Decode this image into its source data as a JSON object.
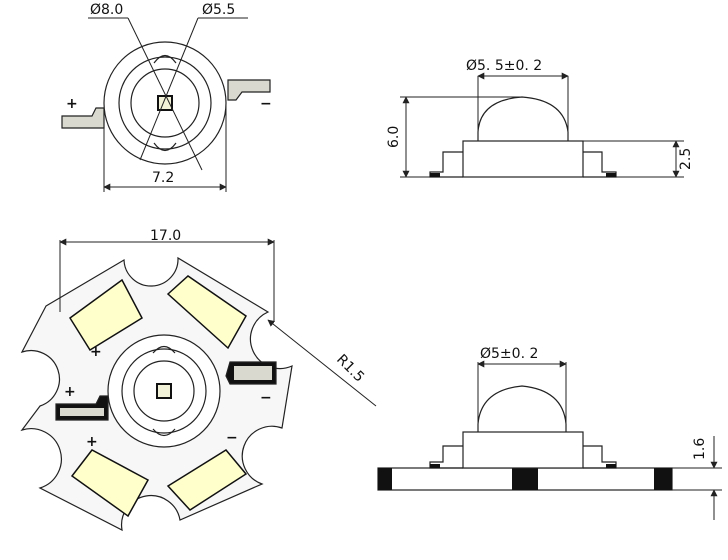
{
  "labels": {
    "top_view": {
      "outer_diameter": "Ø8.0",
      "lens_diameter": "Ø5.5",
      "width": "7.2",
      "plus": "+",
      "minus": "−"
    },
    "side_view": {
      "lens_diameter": "Ø5. 5±0. 2",
      "total_height": "6.0",
      "body_height": "2.5"
    },
    "star_board": {
      "width": "17.0",
      "radius": "R1.5",
      "plus_top": "+",
      "plus_left": "+",
      "plus_bottom": "+",
      "minus_right": "−",
      "minus_bottom": "−"
    },
    "board_side_view": {
      "lens_diameter": "Ø5±0. 2",
      "board_thickness": "1.6"
    }
  },
  "colors": {
    "line": "#222222",
    "chip": "#f2f2d8",
    "panel": "#ffffff",
    "pcb_fill": "#f7f7f7",
    "lead_fill": "#d9d9d0",
    "dark": "#111111"
  }
}
